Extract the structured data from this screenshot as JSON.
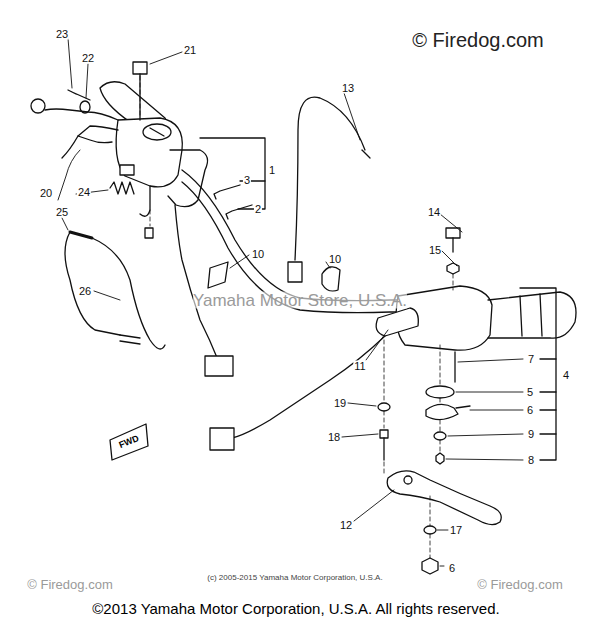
{
  "diagram": {
    "caption": "©2013 Yamaha Motor Corporation, U.S.A. All rights reserved.",
    "labels": [
      "23",
      "22",
      "21",
      "1",
      "3",
      "2",
      "20",
      "24",
      "25",
      "10",
      "26",
      "13",
      "10",
      "14",
      "15",
      "7",
      "4",
      "5",
      "6",
      "9",
      "8",
      "11",
      "19",
      "18",
      "12",
      "17",
      "6",
      "FWD",
      "© Firedog.com",
      "Yamaha Motor Store, U.S.A.",
      "© Firedog.com",
      "© Firedog.com",
      "(c) 2005-2015 Yamaha Motor Corporation, U.S.A."
    ]
  }
}
